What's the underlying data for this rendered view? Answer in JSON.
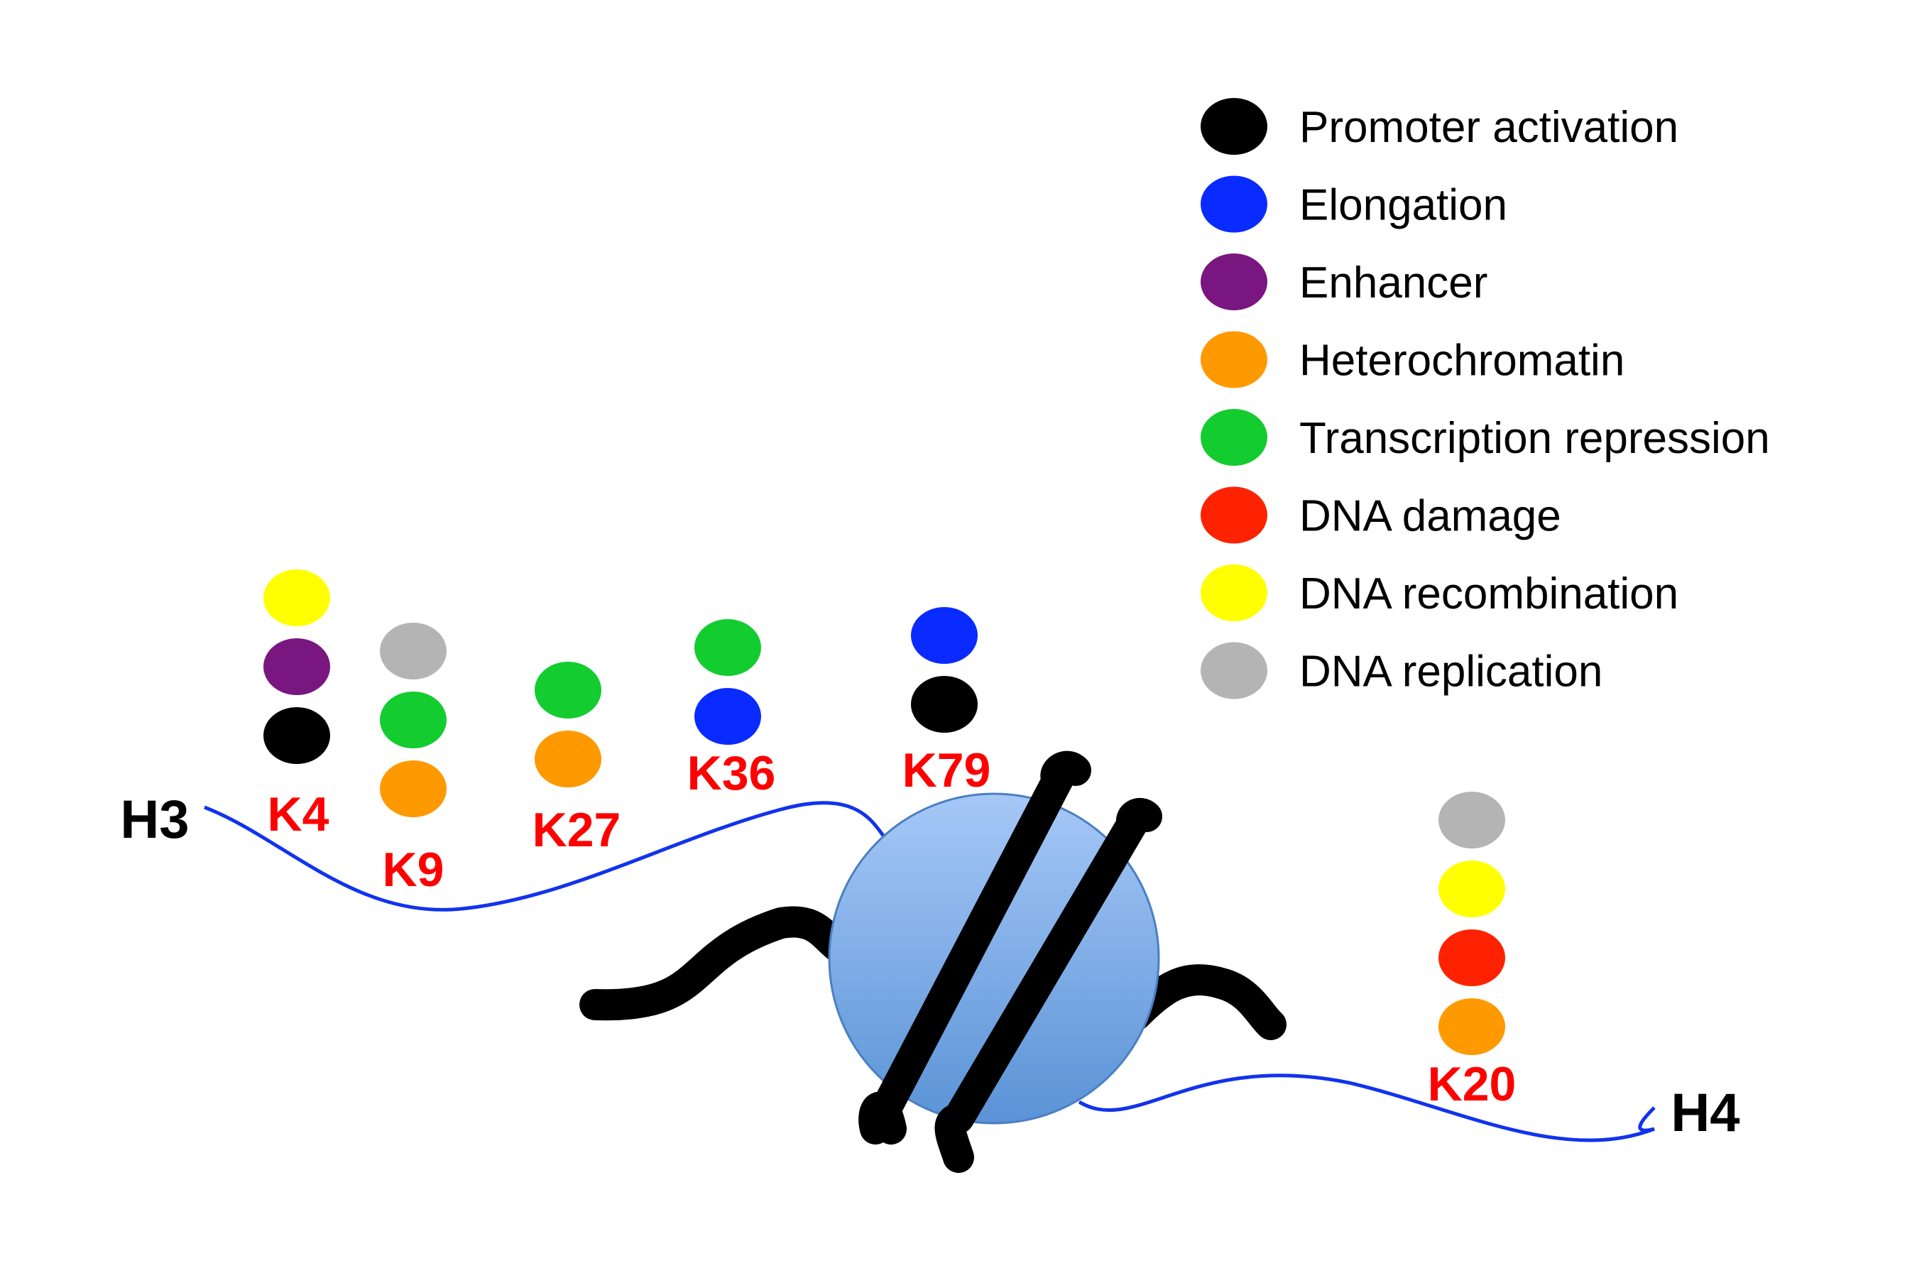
{
  "colors": {
    "promoter_activation": "#000000",
    "elongation": "#0a2bff",
    "enhancer": "#7a1680",
    "heterochromatin": "#ff9900",
    "transcription_repression": "#13cc30",
    "dna_damage": "#ff2200",
    "dna_recombination": "#ffff00",
    "dna_replication": "#b4b4b4",
    "histone_line": "#1133ee",
    "nucleosome_top": "#a6c8f7",
    "nucleosome_bottom": "#5a93d6",
    "lysine_label": "#ff0000"
  },
  "legend": [
    {
      "label": "Promoter activation",
      "color_key": "promoter_activation"
    },
    {
      "label": "Elongation",
      "color_key": "elongation"
    },
    {
      "label": "Enhancer",
      "color_key": "enhancer"
    },
    {
      "label": "Heterochromatin",
      "color_key": "heterochromatin"
    },
    {
      "label": "Transcription repression",
      "color_key": "transcription_repression"
    },
    {
      "label": "DNA damage",
      "color_key": "dna_damage"
    },
    {
      "label": "DNA recombination",
      "color_key": "dna_recombination"
    },
    {
      "label": "DNA replication",
      "color_key": "dna_replication"
    }
  ],
  "histones": {
    "h3": "H3",
    "h4": "H4"
  },
  "sites": [
    {
      "label": "K4",
      "histone": "H3",
      "marks": [
        "dna_recombination",
        "enhancer",
        "promoter_activation"
      ]
    },
    {
      "label": "K9",
      "histone": "H3",
      "marks": [
        "dna_replication",
        "transcription_repression",
        "heterochromatin"
      ]
    },
    {
      "label": "K27",
      "histone": "H3",
      "marks": [
        "transcription_repression",
        "heterochromatin"
      ]
    },
    {
      "label": "K36",
      "histone": "H3",
      "marks": [
        "transcription_repression",
        "elongation"
      ]
    },
    {
      "label": "K79",
      "histone": "H3",
      "marks": [
        "elongation",
        "promoter_activation"
      ]
    },
    {
      "label": "K20",
      "histone": "H4",
      "marks": [
        "dna_replication",
        "dna_recombination",
        "dna_damage",
        "heterochromatin"
      ]
    }
  ]
}
